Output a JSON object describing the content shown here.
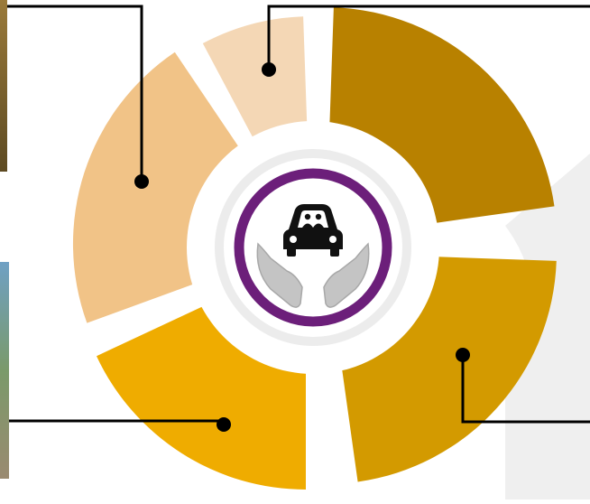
{
  "diagram": {
    "segments": [
      {
        "id": "top-small",
        "color": "#f4d7b5"
      },
      {
        "id": "top-right",
        "color": "#b88100"
      },
      {
        "id": "bottom-right",
        "color": "#d39a00"
      },
      {
        "id": "bottom-left",
        "color": "#efac00"
      },
      {
        "id": "left",
        "color": "#f1c387"
      }
    ],
    "center": {
      "ring_color": "#6c1f7a",
      "car_icon": "car-with-passengers-icon",
      "hands_icon": "cupped-hands-icon"
    },
    "leader_color": "#000000"
  }
}
